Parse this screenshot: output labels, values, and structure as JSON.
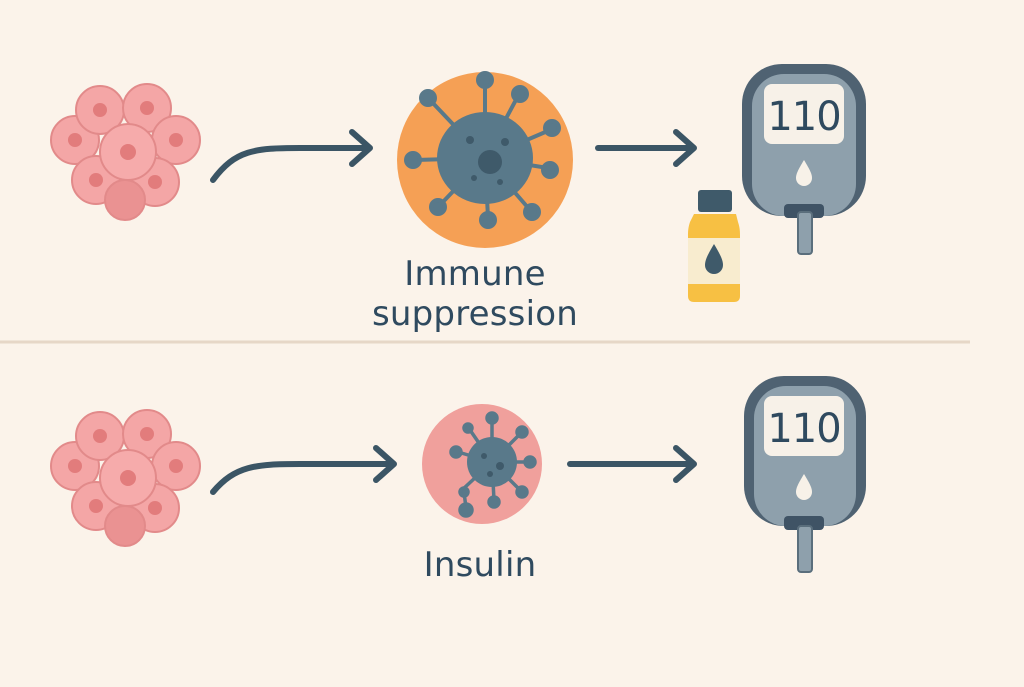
{
  "rows": [
    {
      "label_line1": "Immune",
      "label_line2": "suppression",
      "meter_reading": "110",
      "has_medicine_bottle": true
    },
    {
      "label": "Insulin",
      "meter_reading": "110",
      "has_medicine_bottle": false
    }
  ],
  "colors": {
    "background": "#fbf3ea",
    "cell_fill": "#f2a0a0",
    "cell_nucleus": "#e5807f",
    "arrow": "#3b5565",
    "orange_circle": "#f5a055",
    "pink_circle": "#f0a09c",
    "virus": "#59798a",
    "meter_body": "#4f6272",
    "meter_screen": "#f7f1e8",
    "bottle_body": "#f7c043",
    "bottle_cap": "#3f5a6a",
    "divider": "#e8dccd"
  },
  "icons": [
    "cell-cluster-icon",
    "arrow-icon",
    "virus-icon",
    "glucose-meter-icon",
    "medicine-bottle-icon"
  ]
}
